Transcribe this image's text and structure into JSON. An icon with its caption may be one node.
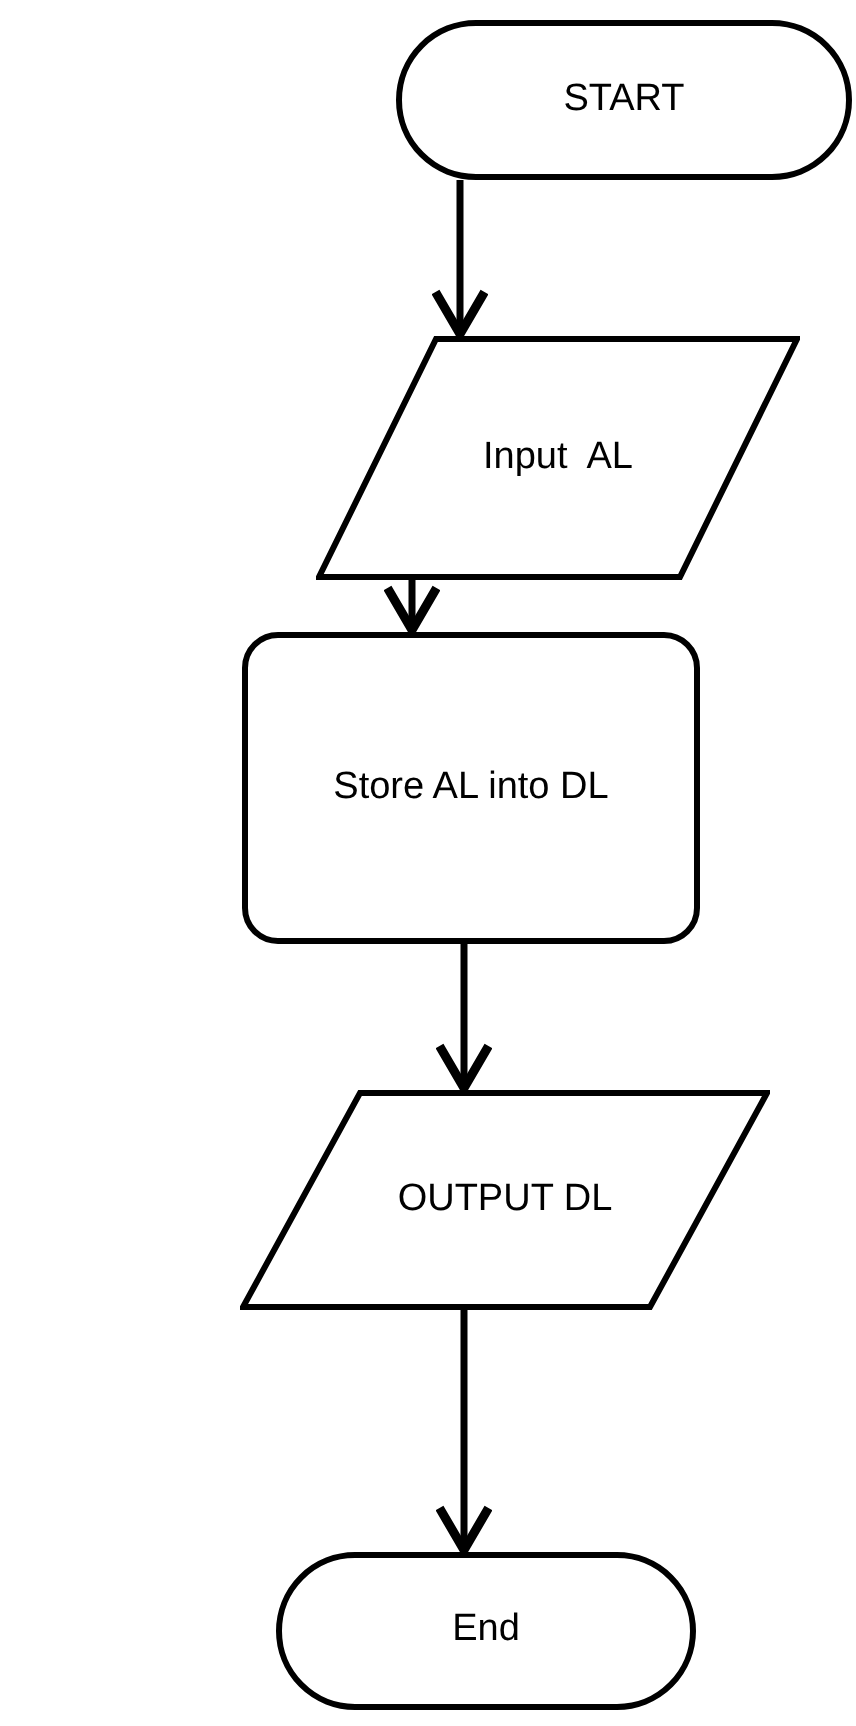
{
  "diagram": {
    "nodes": [
      {
        "text": [
          "START"
        ]
      },
      {
        "text": [
          "Input  AL"
        ]
      },
      {
        "text": [
          "Store AL into DL"
        ]
      },
      {
        "text": [
          "OUTPUT DL"
        ]
      },
      {
        "text": [
          "End"
        ]
      }
    ],
    "edges": [
      {
        "from": 0,
        "to": 1,
        "arrow": "to"
      },
      {
        "from": 1,
        "to": 2,
        "arrow": "to"
      },
      {
        "from": 2,
        "to": 3,
        "arrow": "to"
      },
      {
        "from": 3,
        "to": 4,
        "arrow": "to"
      }
    ]
  }
}
